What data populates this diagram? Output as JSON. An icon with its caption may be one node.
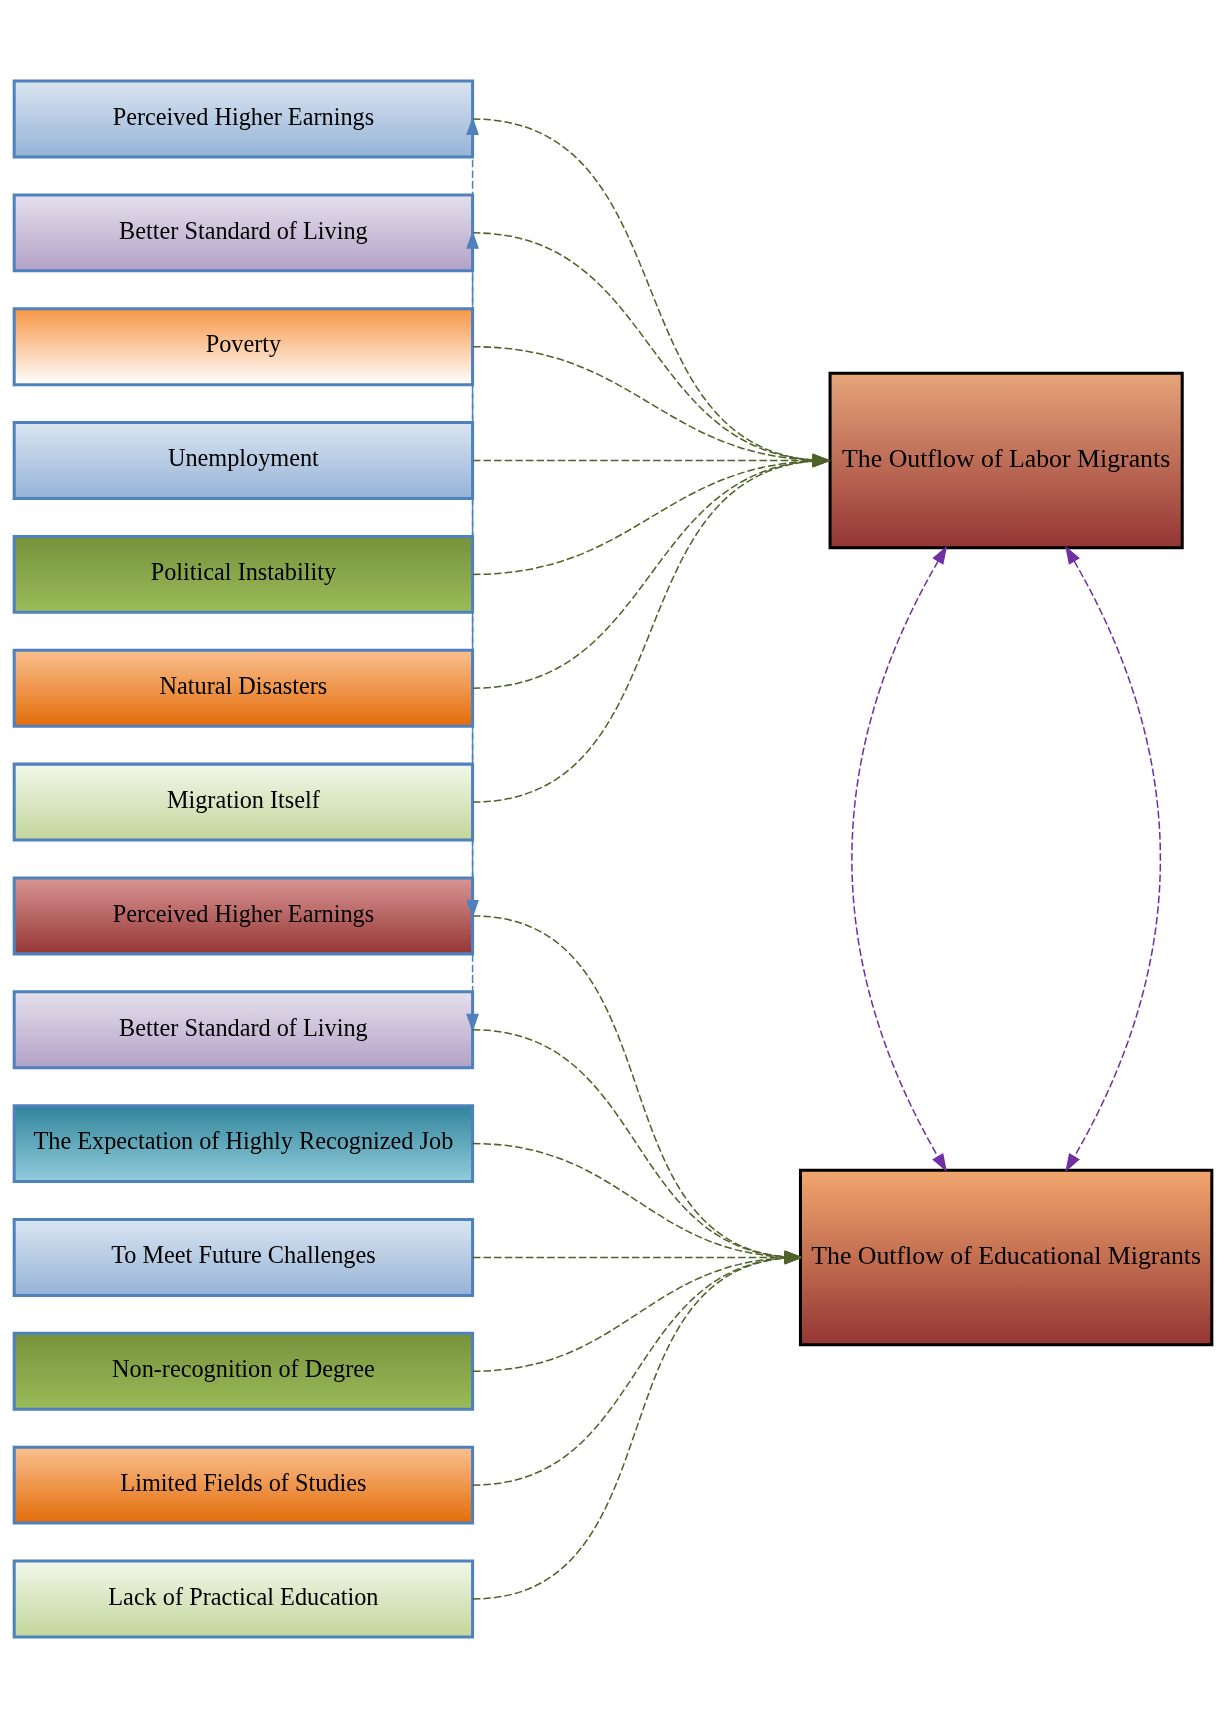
{
  "diagram": {
    "nodes": [
      {
        "text": [
          "Perceived Higher Earnings"
        ]
      },
      {
        "text": [
          "Better Standard of Living"
        ]
      },
      {
        "text": [
          "Poverty"
        ]
      },
      {
        "text": [
          "Unemployment"
        ]
      },
      {
        "text": [
          "Political Instability"
        ]
      },
      {
        "text": [
          "Natural Disasters"
        ]
      },
      {
        "text": [
          "Migration Itself"
        ]
      },
      {
        "text": [
          "Perceived Higher Earnings"
        ]
      },
      {
        "text": [
          "Better Standard of Living"
        ]
      },
      {
        "text": [
          "The Expectation of Highly Recognized Job"
        ]
      },
      {
        "text": [
          "To Meet Future Challenges"
        ]
      },
      {
        "text": [
          "Non-recognition of Degree"
        ]
      },
      {
        "text": [
          "Limited Fields of Studies"
        ]
      },
      {
        "text": [
          "Lack of Practical Education"
        ]
      },
      {
        "text": [
          "The Outflow of Labor Migrants"
        ]
      },
      {
        "text": [
          "The Outflow of Educational Migrants"
        ]
      }
    ],
    "edges": [
      {
        "from": 0,
        "to": 14,
        "arrow": "to",
        "style": "dashed"
      },
      {
        "from": 1,
        "to": 14,
        "arrow": "to",
        "style": "dashed"
      },
      {
        "from": 2,
        "to": 14,
        "arrow": "to",
        "style": "dashed"
      },
      {
        "from": 3,
        "to": 14,
        "arrow": "to",
        "style": "dashed"
      },
      {
        "from": 4,
        "to": 14,
        "arrow": "to",
        "style": "dashed"
      },
      {
        "from": 5,
        "to": 14,
        "arrow": "to",
        "style": "dashed"
      },
      {
        "from": 6,
        "to": 14,
        "arrow": "to",
        "style": "dashed"
      },
      {
        "from": 7,
        "to": 15,
        "arrow": "to",
        "style": "dashed"
      },
      {
        "from": 8,
        "to": 15,
        "arrow": "to",
        "style": "dashed"
      },
      {
        "from": 9,
        "to": 15,
        "arrow": "to",
        "style": "dashed"
      },
      {
        "from": 10,
        "to": 15,
        "arrow": "to",
        "style": "dashed"
      },
      {
        "from": 11,
        "to": 15,
        "arrow": "to",
        "style": "dashed"
      },
      {
        "from": 12,
        "to": 15,
        "arrow": "to",
        "style": "dashed"
      },
      {
        "from": 13,
        "to": 15,
        "arrow": "to",
        "style": "dashed"
      },
      {
        "from": 7,
        "to": 0,
        "arrow": "both",
        "style": "dashed",
        "color": "#4f81bd"
      },
      {
        "from": 8,
        "to": 1,
        "arrow": "both",
        "style": "dashed",
        "color": "#4f81bd"
      },
      {
        "from": 14,
        "to": 15,
        "arrow": "both",
        "style": "dashed",
        "color": "#7030a0"
      },
      {
        "from": 14,
        "to": 15,
        "arrow": "both",
        "style": "dashed",
        "color": "#7030a0"
      }
    ]
  }
}
